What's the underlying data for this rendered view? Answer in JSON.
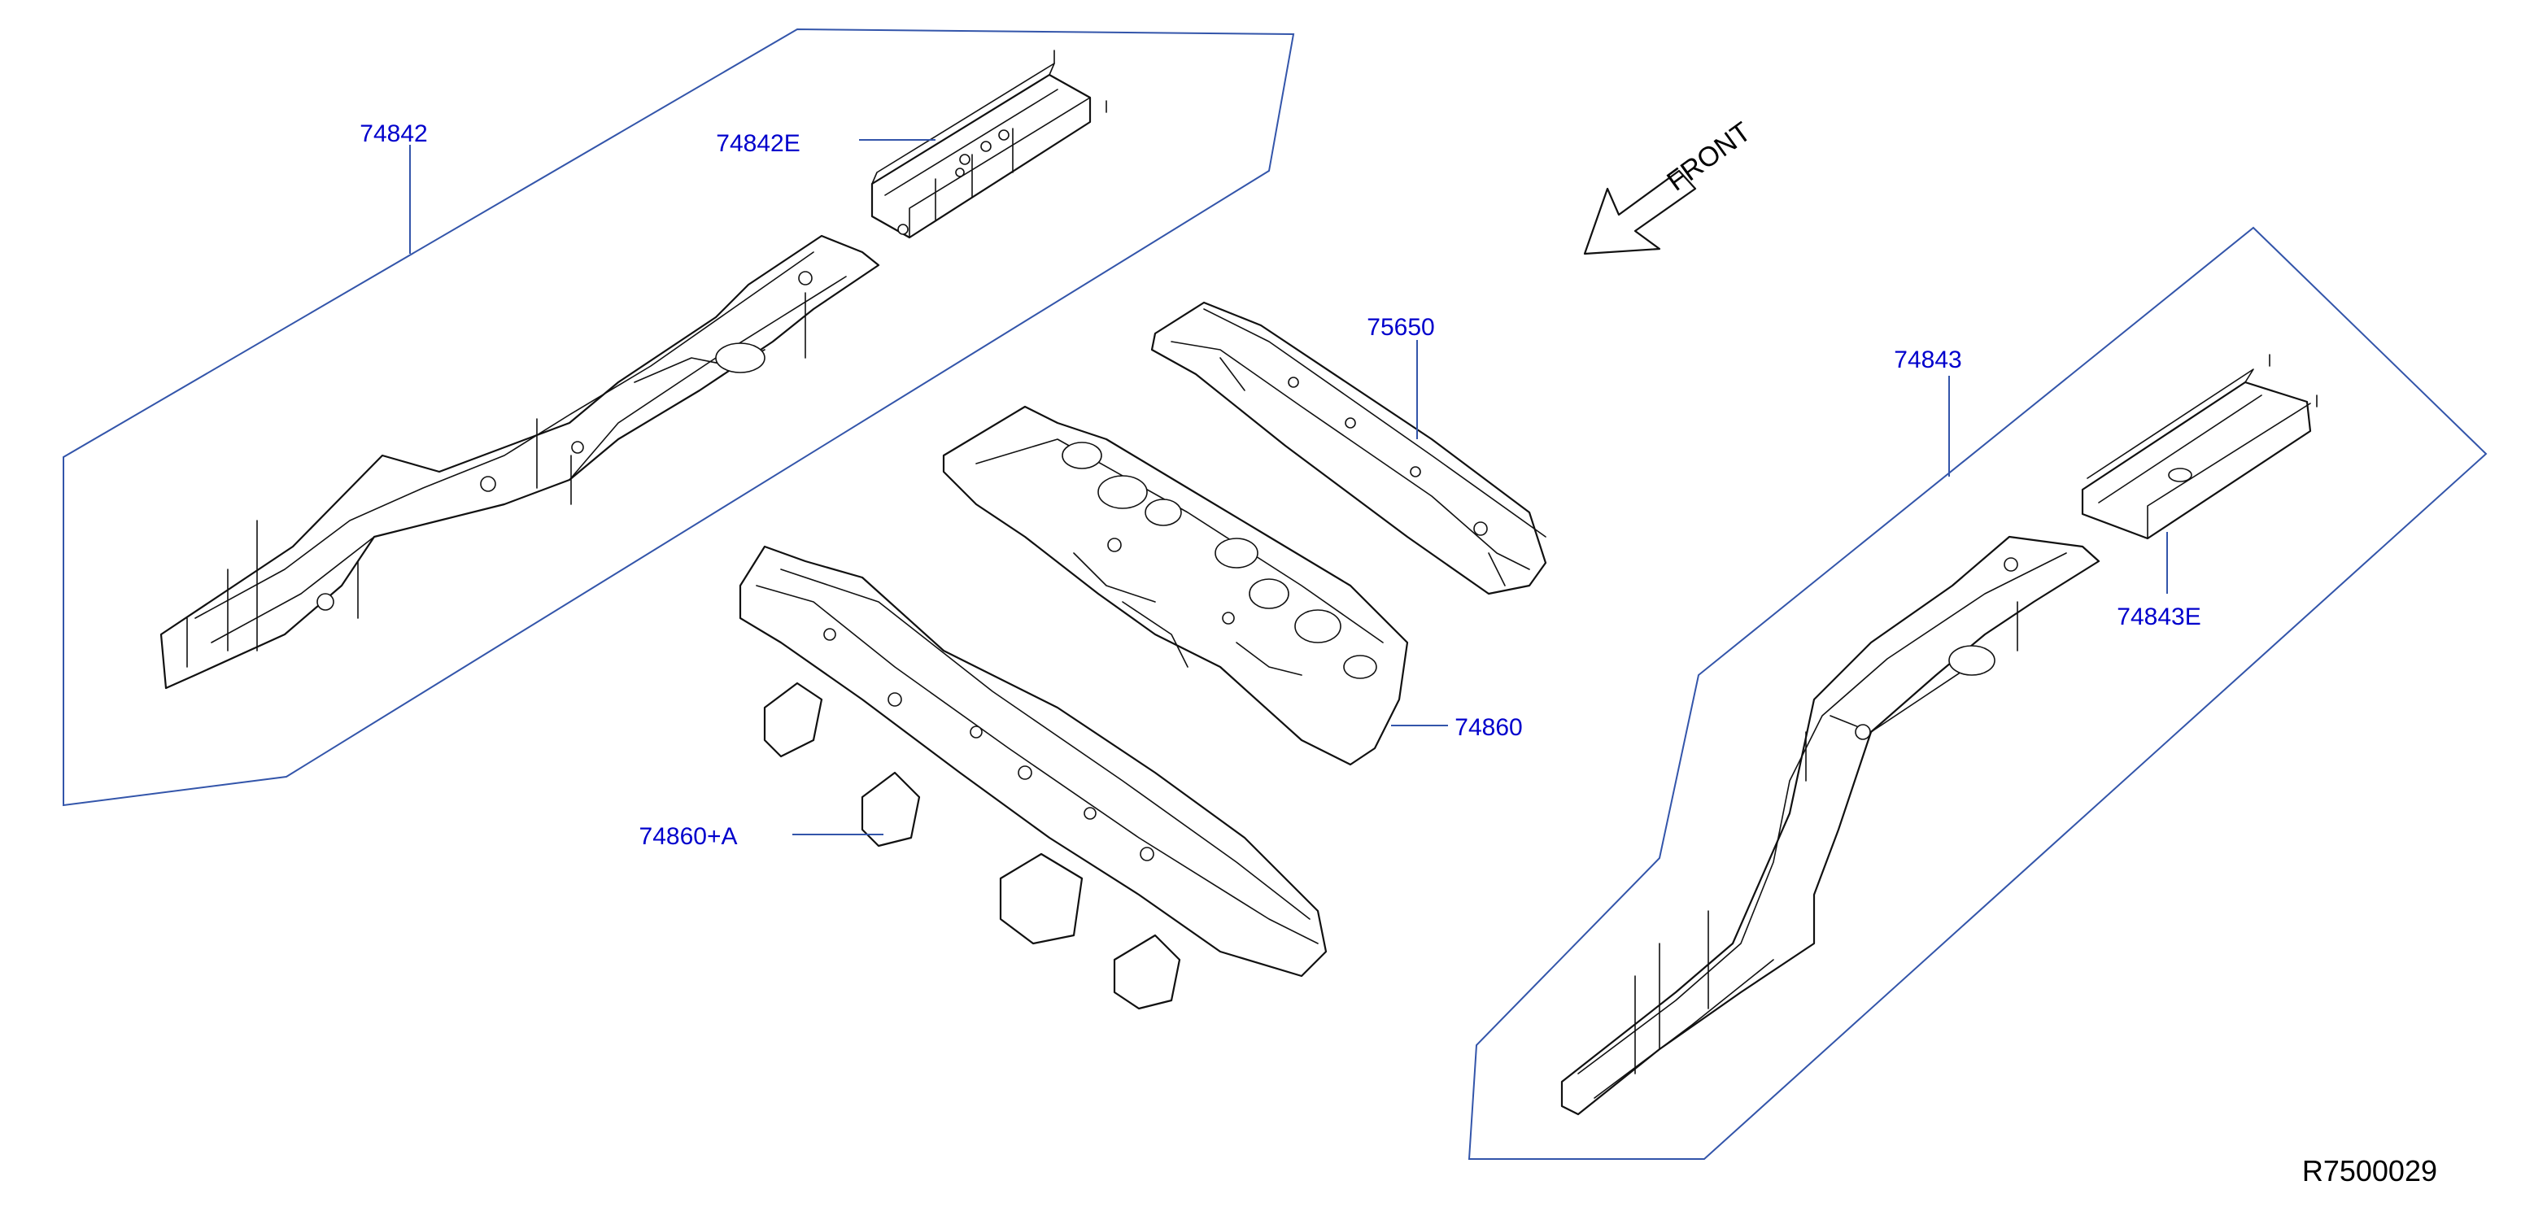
{
  "diagram": {
    "callouts": {
      "p74842": "74842",
      "p74842E": "74842E",
      "p75650": "75650",
      "p74843": "74843",
      "p74843E": "74843E",
      "p74860": "74860",
      "p74860A": "74860+A"
    },
    "front_label": "FRONT",
    "reference_code": "R7500029",
    "colors": {
      "callout_text": "#0000cc",
      "leader_line": "#3355aa",
      "part_outline": "#111111"
    },
    "icons": {
      "direction_arrow": "front-arrow-icon"
    }
  }
}
